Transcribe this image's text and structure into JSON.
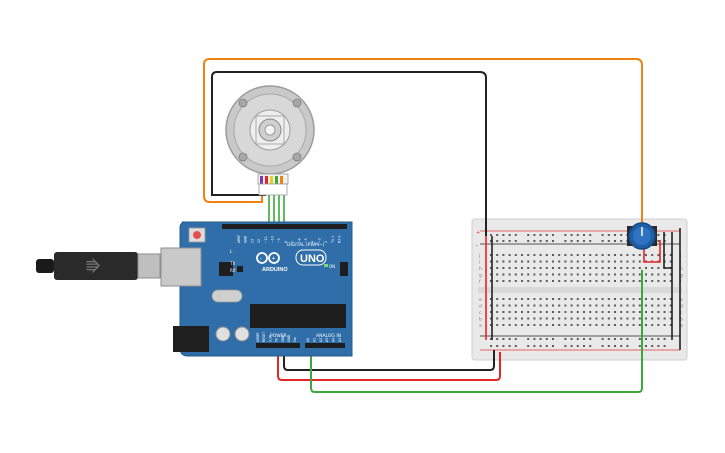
{
  "circuit": {
    "arduino": {
      "brand": "ARDUINO",
      "model": "UNO",
      "digital_label": "DIGITAL (PWM~)",
      "power_label": "POWER",
      "analog_label": "ANALOG IN",
      "on_label": "ON",
      "tx_label": "TX",
      "rx_label": "RX",
      "l_label": "L",
      "digital_pins": [
        "AREF",
        "GND",
        "13",
        "12",
        "~11",
        "~10",
        "~9",
        "8",
        "7",
        "~6",
        "~5",
        "4",
        "~3",
        "2",
        "TX 1",
        "RX 0"
      ],
      "power_pins": [
        "IOREF",
        "RESET",
        "3.3V",
        "5V",
        "GND",
        "GND",
        "Vin"
      ],
      "analog_pins": [
        "A0",
        "A1",
        "A2",
        "A3",
        "A4",
        "A5"
      ]
    },
    "breadboard": {
      "row_letters_top": [
        "j",
        "i",
        "h",
        "g",
        "f"
      ],
      "row_letters_bottom": [
        "e",
        "d",
        "c",
        "b",
        "a"
      ],
      "rail_plus": "+",
      "rail_minus": "-"
    },
    "colors": {
      "wire_orange": "#f0820f",
      "wire_black": "#222222",
      "wire_red": "#e32626",
      "wire_green": "#3aa83a",
      "arduino_blue": "#2f6ea8",
      "breadboard": "#e8e8e8",
      "pot_blue": "#1f5fa8"
    }
  }
}
